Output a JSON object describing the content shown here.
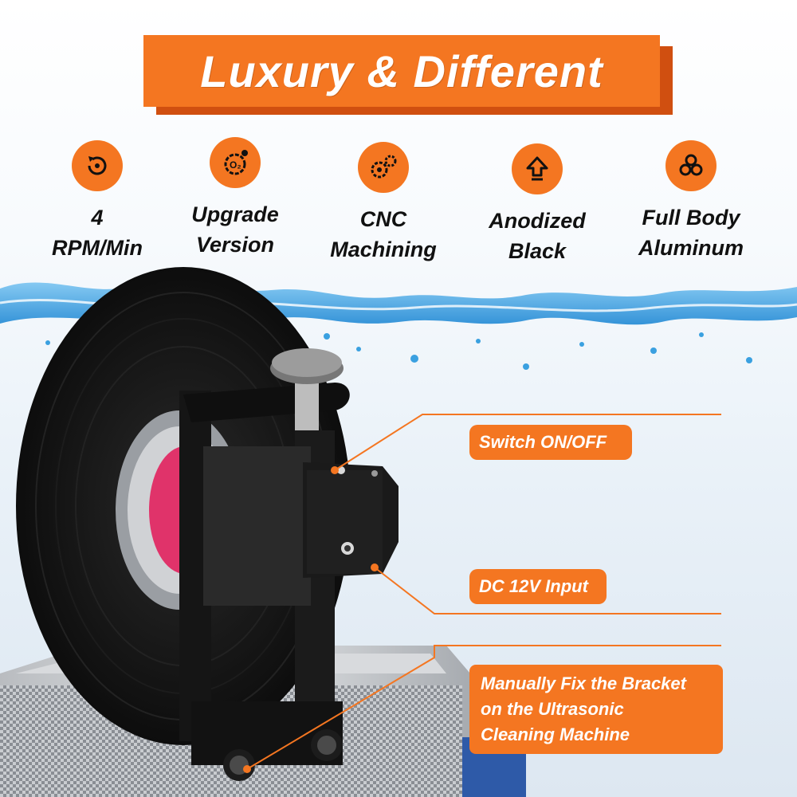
{
  "title": "Luxury & Different",
  "features": [
    {
      "icon": "rotation-icon",
      "label": "4\nRPM/Min"
    },
    {
      "icon": "oxygen-gear-icon",
      "label": "Upgrade\nVersion"
    },
    {
      "icon": "cnc-gears-icon",
      "label": "CNC\nMachining"
    },
    {
      "icon": "upload-arrow-icon",
      "label": "Anodized\nBlack"
    },
    {
      "icon": "metal-bars-icon",
      "label": "Full Body\nAluminum"
    }
  ],
  "callouts": {
    "switch": "Switch ON/OFF",
    "dc_input": "DC 12V Input",
    "bracket": "Manually Fix the Bracket\non the Ultrasonic\nCleaning Machine"
  },
  "colors": {
    "accent": "#f47621",
    "accent_dark": "#d04f10",
    "text": "#111111",
    "water": "#3aa0e0"
  }
}
